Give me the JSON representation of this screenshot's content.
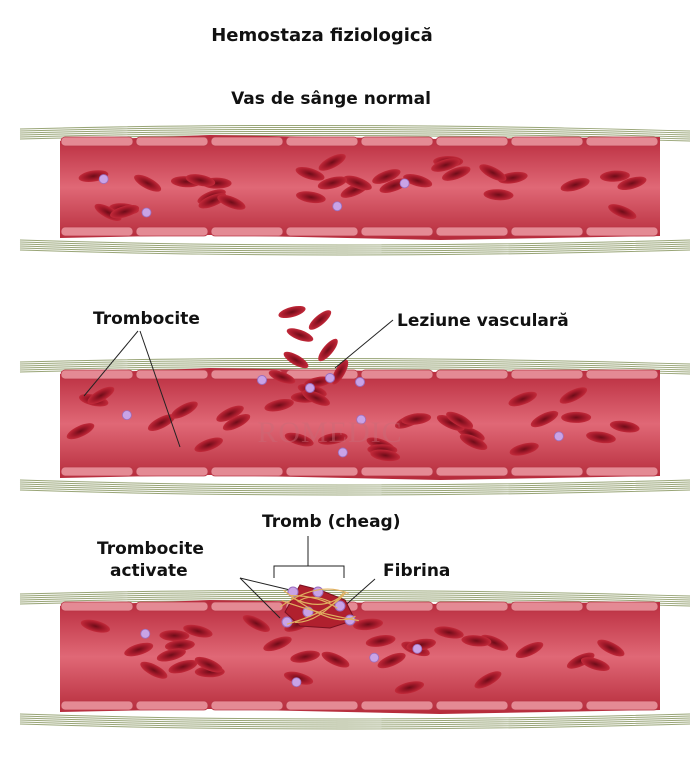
{
  "title": "Hemostaza fiziologică",
  "panels": {
    "normal": {
      "label": "Vas de sânge normal"
    },
    "injury": {
      "platelets_label": "Trombocite",
      "injury_label": "Leziune vasculară",
      "watermark": "ROMEDIC"
    },
    "clot": {
      "thrombus_label": "Tromb (cheag)",
      "activated_label_line1": "Trombocite",
      "activated_label_line2": "activate",
      "fibrin_label": "Fibrina"
    }
  },
  "colors": {
    "vessel": "#c93848",
    "vessel_light": "#e4707c",
    "rbc": "#a8182a",
    "platelet": "#c9a3e6",
    "fiber": "#7f8f55",
    "fibrin": "#e0b060"
  }
}
